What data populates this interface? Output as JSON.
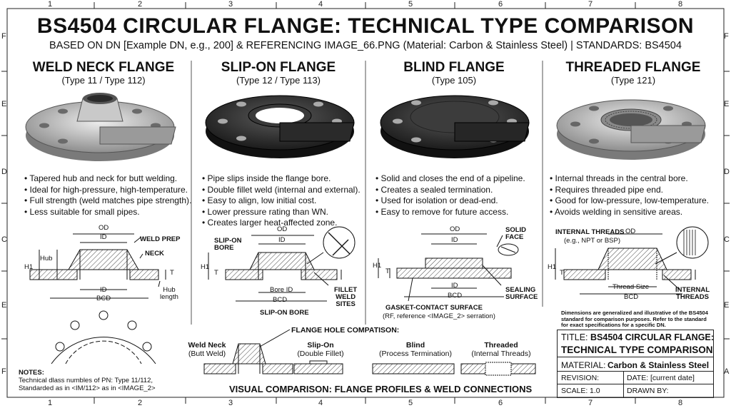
{
  "header": {
    "title": "BS4504 CIRCULAR FLANGE: TECHNICAL TYPE COMPARISON",
    "subtitle": "BASED ON DN [Example DN, e.g., 200] & REFERENCING IMAGE_66.PNG (Material: Carbon & Stainless Steel) | STANDARDS: BS4504"
  },
  "border": {
    "columns": [
      "1",
      "2",
      "3",
      "4",
      "5",
      "6",
      "7",
      "8"
    ],
    "rows_left": [
      "F",
      "E",
      "D",
      "C",
      "E",
      "F"
    ],
    "rows_right": [
      "F",
      "E",
      "D",
      "C",
      "E",
      "A"
    ]
  },
  "colors": {
    "ink": "#111111",
    "hatch": "#444444",
    "steel_light": "#b9b9b9",
    "steel_dark": "#2c2c2c"
  },
  "flanges": [
    {
      "name": "WELD NECK FLANGE",
      "type": "(Type 11 / Type 112)",
      "bullets": [
        "Tapered hub and neck for butt welding.",
        "Ideal for high-pressure, high-temperature.",
        "Full strength (weld matches pipe strength).",
        "Less suitable for small pipes."
      ],
      "labels": {
        "od": "OD",
        "id": "ID",
        "bcd": "BCD",
        "h1": "H1",
        "hub": "Hub",
        "t": "T",
        "weld_prep": "WELD PREP",
        "neck": "NECK",
        "hub_length": "Hub\nlength"
      }
    },
    {
      "name": "SLIP-ON FLANGE",
      "type": "(Type 12 / Type 113)",
      "bullets": [
        "Pipe slips inside the flange bore.",
        "Double fillet weld (internal and external).",
        "Easy to align, low initial cost.",
        "Lower pressure rating than WN.",
        "Creates larger heat-affected zone."
      ],
      "labels": {
        "od": "OD",
        "id": "ID",
        "bcd": "BCD",
        "h1": "H1",
        "t": "T",
        "bore_id": "Bore ID",
        "slip_on_bore": "SLIP-ON\nBORE",
        "fillet": "FILLET\nWELD\nSITES",
        "caption": "SLIP-ON BORE"
      }
    },
    {
      "name": "BLIND FLANGE",
      "type": "(Type 105)",
      "bullets": [
        "Solid and closes the end of a pipeline.",
        "Creates a sealed termination.",
        "Used for isolation or dead-end.",
        "Easy to remove for future access."
      ],
      "labels": {
        "od": "OD",
        "id": "ID",
        "bcd": "BCD",
        "h1": "H1",
        "t": "T",
        "solid_face": "SOLID\nFACE",
        "sealing": "SEALING\nSURFACE",
        "gasket": "GASKET-CONTACT SURFACE",
        "gasket_note": "(RF, reference <IMAGE_2> serration)"
      }
    },
    {
      "name": "THREADED FLANGE",
      "type": "(Type 121)",
      "bullets": [
        "Internal threads in the central bore.",
        "Requires threaded pipe end.",
        "Good for low-pressure, low-temperature.",
        "Avoids welding in sensitive areas."
      ],
      "labels": {
        "od": "OD",
        "bcd": "BCD",
        "h1": "H1",
        "t": "T",
        "internal_threads": "INTERNAL THREADS",
        "npt": "(e.g., NPT or BSP)",
        "thread_size": "Thread Size",
        "internal_threads_2": "INTERNAL\nTHREADS"
      }
    }
  ],
  "comparison": {
    "heading": "FLANGE HOLE COMPATISON:",
    "items": [
      {
        "name": "Weld Neck",
        "sub": "(Butt Weld)"
      },
      {
        "name": "Slip-On",
        "sub": "(Double Fillet)"
      },
      {
        "name": "Blind",
        "sub": "(Process Termination)"
      },
      {
        "name": "Threaded",
        "sub": "(Internal Threads)"
      }
    ],
    "footer": "VISUAL COMPARISON: FLANGE PROFILES & WELD CONNECTIONS"
  },
  "notes": {
    "heading": "NOTES:",
    "line1": "Technical dlass numbles of PN: Type 11/112,",
    "line2": "Standarded as in <IM/112> as in <IMAGE_2>"
  },
  "disclaimer": "Dimensions are generalized and illustrative of the BS4504 standard for comparison purposes. Refer to the standard for exact specifications for a specific DN.",
  "title_block": {
    "title_label": "TITLE:",
    "title_value_1": "BS4504 CIRCULAR FLANGE:",
    "title_value_2": "TECHNICAL TYPE COMPARISON",
    "material_label": "MATERIAL:",
    "material_value": "Carbon & Stainless Steel",
    "revision_label": "REVISION:",
    "date_label": "DATE:",
    "date_value": "[current date]",
    "scale_label": "SCALE:",
    "scale_value": "1.0",
    "drawn_label": "DRAWN BY:"
  }
}
